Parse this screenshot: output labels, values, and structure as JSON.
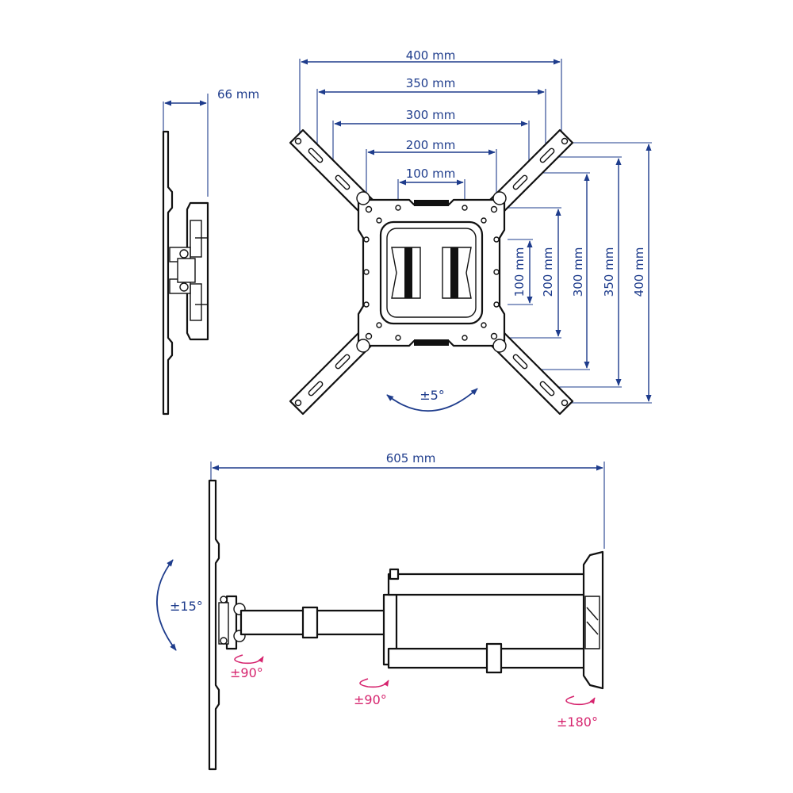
{
  "colors": {
    "dimension": "#1e3c8c",
    "rotation_secondary": "#d6246e",
    "outline": "#111111"
  },
  "side_view": {
    "depth_label": "66 mm"
  },
  "front_view": {
    "horizontal_dims": [
      "400 mm",
      "350 mm",
      "300 mm",
      "200 mm",
      "100 mm"
    ],
    "vertical_dims": [
      "100 mm",
      "200 mm",
      "300 mm",
      "350 mm",
      "400 mm"
    ],
    "tilt_label": "±5°"
  },
  "top_view": {
    "extension_label": "605 mm",
    "tilt_label": "±15°",
    "swivel_labels": [
      "±90°",
      "±90°",
      "±180°"
    ]
  }
}
